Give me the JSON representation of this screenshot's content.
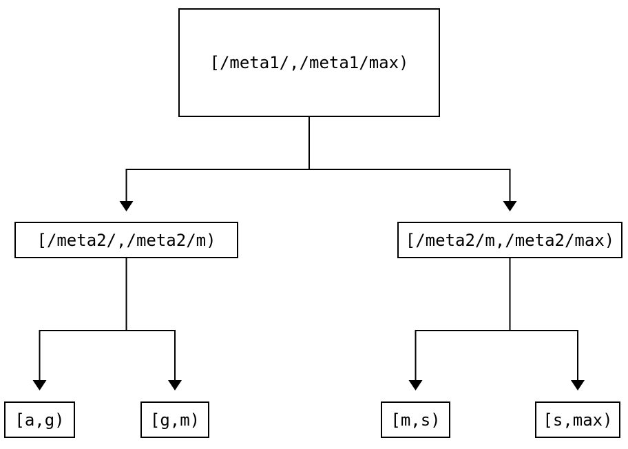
{
  "diagram": {
    "background_color": "#ffffff",
    "stroke_color": "#000000",
    "text_color": "#000000",
    "nodes": {
      "root": {
        "label": "[/meta1/,/meta1/max)"
      },
      "left_child": {
        "label": "[/meta2/,/meta2/m)"
      },
      "right_child": {
        "label": "[/meta2/m,/meta2/max)"
      },
      "leaf_ag": {
        "label": "[a,g)"
      },
      "leaf_gm": {
        "label": "[g,m)"
      },
      "leaf_ms": {
        "label": "[m,s)"
      },
      "leaf_smax": {
        "label": "[s,max)"
      }
    },
    "edges": [
      {
        "from": "root",
        "to": "left_child"
      },
      {
        "from": "root",
        "to": "right_child"
      },
      {
        "from": "left_child",
        "to": "leaf_ag"
      },
      {
        "from": "left_child",
        "to": "leaf_gm"
      },
      {
        "from": "right_child",
        "to": "leaf_ms"
      },
      {
        "from": "right_child",
        "to": "leaf_smax"
      }
    ]
  }
}
